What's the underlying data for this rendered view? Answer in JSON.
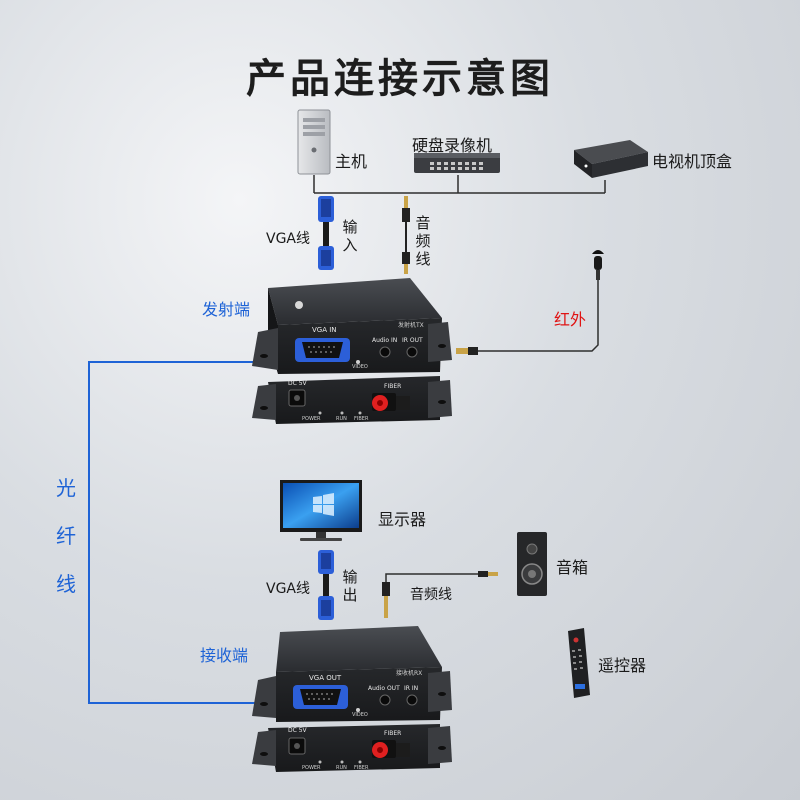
{
  "title": "产品连接示意图",
  "labels": {
    "host": "主机",
    "dvr": "硬盘录像机",
    "stb": "电视机顶盒",
    "vga_cable_tx": "VGA线",
    "input": "输入",
    "audio_cable_v": "音频线",
    "transmitter": "发射端",
    "infrared": "红外",
    "fiber": "光纤线",
    "monitor": "显示器",
    "vga_cable_rx": "VGA线",
    "output": "输出",
    "audio_cable_rx": "音频线",
    "speaker": "音箱",
    "receiver": "接收端",
    "remote": "遥控器"
  },
  "tx_device": {
    "vga_port": "VGA IN",
    "model": "发射机TX",
    "audio": "Audio IN",
    "ir": "IR OUT",
    "video": "VIDEO",
    "dc": "DC 5V",
    "fiber": "FIBER",
    "power": "POWER",
    "run": "RUN",
    "fiber_led": "FIBER"
  },
  "rx_device": {
    "vga_port": "VGA OUT",
    "model": "接收机RX",
    "audio": "Audio OUT",
    "ir": "IR IN",
    "video": "VIDEO",
    "dc": "DC 5V",
    "fiber": "FIBER",
    "power": "POWER",
    "run": "RUN",
    "fiber_led": "FIBER"
  },
  "colors": {
    "fiber_line": "#1e63d6",
    "ir_label": "#e01414",
    "device_body": "#2b2d30",
    "vga_connector": "#2c5fd8"
  }
}
